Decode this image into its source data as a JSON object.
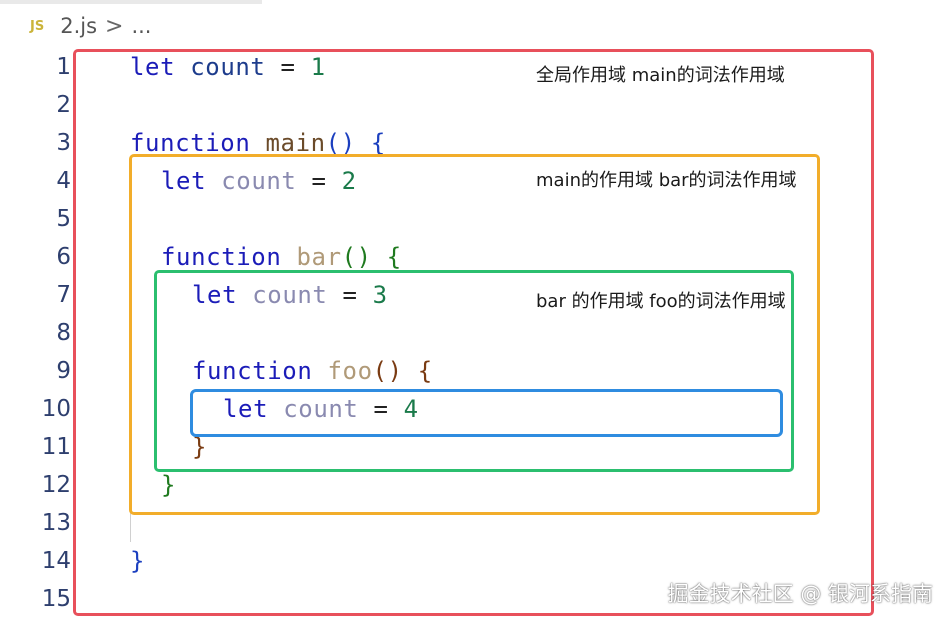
{
  "breadcrumb": {
    "file_icon": "JS",
    "file_name": "2.js",
    "separator": ">",
    "more": "..."
  },
  "line_numbers": [
    "1",
    "2",
    "3",
    "4",
    "5",
    "6",
    "7",
    "8",
    "9",
    "10",
    "11",
    "12",
    "13",
    "14",
    "15"
  ],
  "code": {
    "line1": {
      "kw": "let",
      "ident": "count",
      "op": "=",
      "num": "1"
    },
    "line3": {
      "kw": "function",
      "fname": "main",
      "parens": "()",
      "brace": "{"
    },
    "line4": {
      "kw": "let",
      "ident": "count",
      "op": "=",
      "num": "2"
    },
    "line6": {
      "kw": "function",
      "fname": "bar",
      "parens": "()",
      "brace": "{"
    },
    "line7": {
      "kw": "let",
      "ident": "count",
      "op": "=",
      "num": "3"
    },
    "line9": {
      "kw": "function",
      "fname": "foo",
      "parens": "()",
      "brace": "{"
    },
    "line10": {
      "kw": "let",
      "ident": "count",
      "op": "=",
      "num": "4"
    },
    "line11": {
      "brace": "}"
    },
    "line12": {
      "brace": "}"
    },
    "line14": {
      "brace": "}"
    }
  },
  "annotations": {
    "global": "全局作用域    main的词法作用域",
    "main": "main的作用域    bar的词法作用域",
    "bar": "bar 的作用域    foo的词法作用域"
  },
  "colors": {
    "global_scope": "#e8505b",
    "main_scope": "#f2ad2a",
    "bar_scope": "#2bbf6f",
    "foo_scope": "#2f8ce0"
  },
  "watermark": "掘金技术社区 @ 银河系指南"
}
